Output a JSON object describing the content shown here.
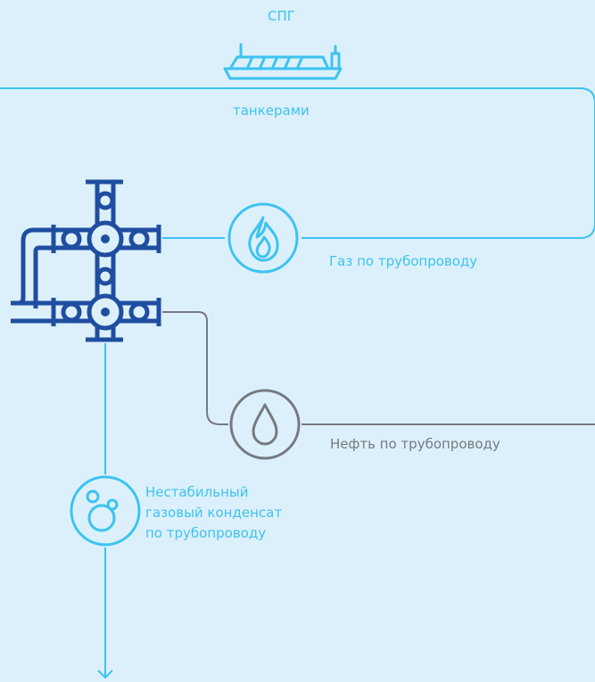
{
  "lng": {
    "title": "СПГ",
    "transport": "танкерами"
  },
  "gas": {
    "label": "Газ по трубопроводу"
  },
  "oil": {
    "label": "Нефть по трубопроводу"
  },
  "condensate": {
    "line1": "Нестабильный",
    "line2": "газовый конденсат",
    "line3": "по трубопроводу"
  },
  "colors": {
    "background": "#dcf0fb",
    "light_blue": "#3cc3f0",
    "dark_blue": "#1f4ea1",
    "grey": "#757a80"
  }
}
